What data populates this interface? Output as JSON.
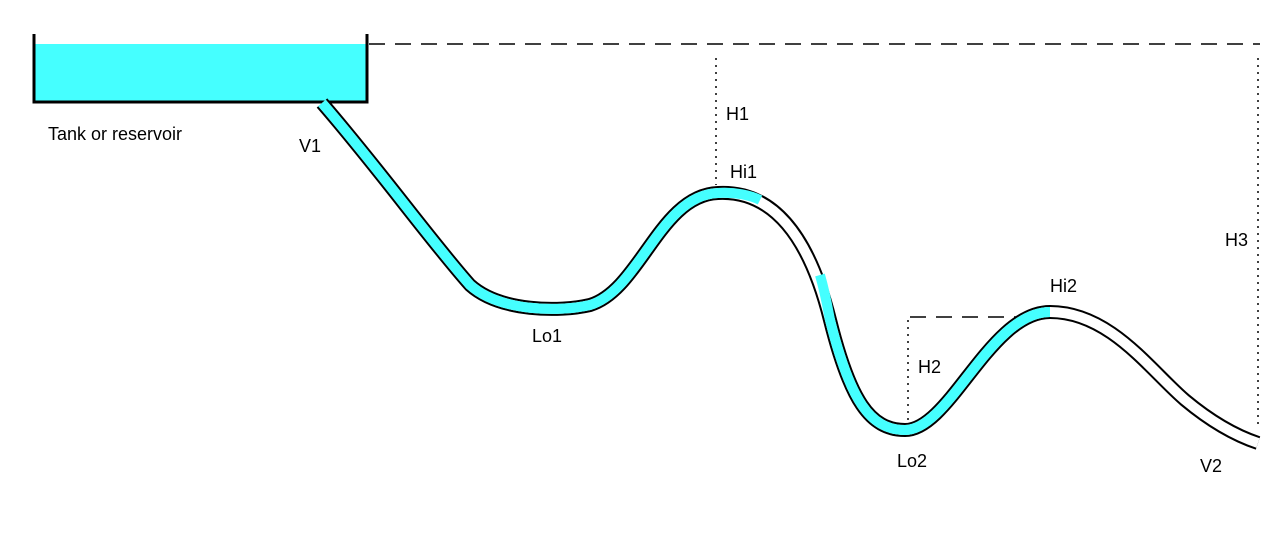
{
  "diagram": {
    "tank_label": "Tank or reservoir",
    "points": {
      "v1": "V1",
      "v2": "V2",
      "lo1": "Lo1",
      "lo2": "Lo2",
      "hi1": "Hi1",
      "hi2": "Hi2"
    },
    "heights": {
      "h1": "H1",
      "h2": "H2",
      "h3": "H3"
    },
    "colors": {
      "water": "#45FFFF",
      "outline": "#000000",
      "background": "#FFFFFF"
    }
  }
}
